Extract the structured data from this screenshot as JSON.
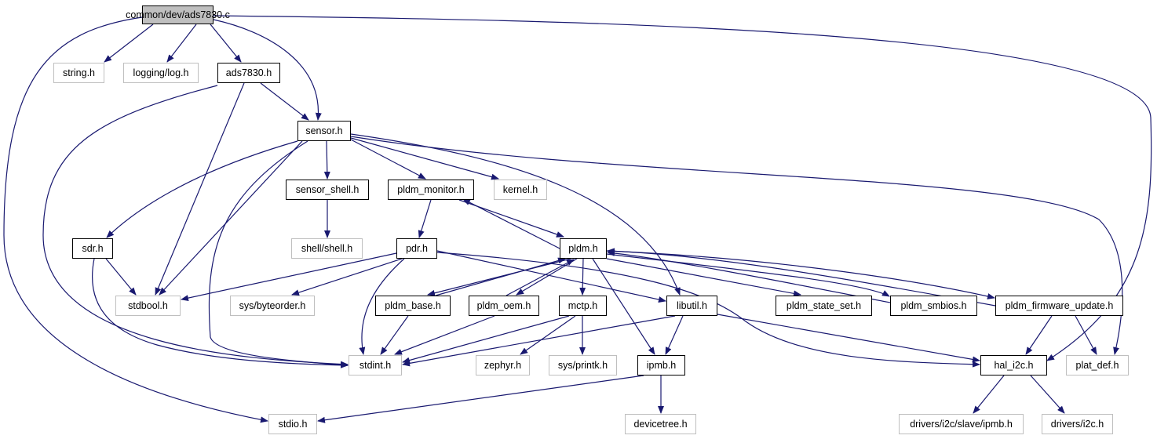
{
  "diagram": {
    "colors": {
      "edge": "#191970",
      "node_border": "#000000",
      "undocumented_border": "#bfbfbf",
      "current_fill": "#bfbfbf"
    },
    "nodes": [
      {
        "id": "ads7830_c",
        "label": "common/dev/ads7830.c",
        "kind": "current"
      },
      {
        "id": "string_h",
        "label": "string.h",
        "kind": "undocumented"
      },
      {
        "id": "logging_log_h",
        "label": "logging/log.h",
        "kind": "undocumented"
      },
      {
        "id": "ads7830_h",
        "label": "ads7830.h",
        "kind": "documented"
      },
      {
        "id": "sensor_h",
        "label": "sensor.h",
        "kind": "documented"
      },
      {
        "id": "sensor_shell_h",
        "label": "sensor_shell.h",
        "kind": "documented"
      },
      {
        "id": "pldm_monitor_h",
        "label": "pldm_monitor.h",
        "kind": "documented"
      },
      {
        "id": "kernel_h",
        "label": "kernel.h",
        "kind": "undocumented"
      },
      {
        "id": "sdr_h",
        "label": "sdr.h",
        "kind": "documented"
      },
      {
        "id": "shell_shell_h",
        "label": "shell/shell.h",
        "kind": "undocumented"
      },
      {
        "id": "pdr_h",
        "label": "pdr.h",
        "kind": "documented"
      },
      {
        "id": "pldm_h",
        "label": "pldm.h",
        "kind": "documented"
      },
      {
        "id": "stdbool_h",
        "label": "stdbool.h",
        "kind": "undocumented"
      },
      {
        "id": "sys_byteorder_h",
        "label": "sys/byteorder.h",
        "kind": "undocumented"
      },
      {
        "id": "pldm_base_h",
        "label": "pldm_base.h",
        "kind": "documented"
      },
      {
        "id": "pldm_oem_h",
        "label": "pldm_oem.h",
        "kind": "documented"
      },
      {
        "id": "mctp_h",
        "label": "mctp.h",
        "kind": "documented"
      },
      {
        "id": "libutil_h",
        "label": "libutil.h",
        "kind": "documented"
      },
      {
        "id": "pldm_state_set_h",
        "label": "pldm_state_set.h",
        "kind": "documented"
      },
      {
        "id": "pldm_smbios_h",
        "label": "pldm_smbios.h",
        "kind": "documented"
      },
      {
        "id": "pldm_firmware_update_h",
        "label": "pldm_firmware_update.h",
        "kind": "documented"
      },
      {
        "id": "stdint_h",
        "label": "stdint.h",
        "kind": "undocumented"
      },
      {
        "id": "zephyr_h",
        "label": "zephyr.h",
        "kind": "undocumented"
      },
      {
        "id": "sys_printk_h",
        "label": "sys/printk.h",
        "kind": "undocumented"
      },
      {
        "id": "ipmb_h",
        "label": "ipmb.h",
        "kind": "documented"
      },
      {
        "id": "hal_i2c_h",
        "label": "hal_i2c.h",
        "kind": "documented"
      },
      {
        "id": "plat_def_h",
        "label": "plat_def.h",
        "kind": "undocumented"
      },
      {
        "id": "stdio_h",
        "label": "stdio.h",
        "kind": "undocumented"
      },
      {
        "id": "devicetree_h",
        "label": "devicetree.h",
        "kind": "undocumented"
      },
      {
        "id": "drivers_i2c_slave_ipmb_h",
        "label": "drivers/i2c/slave/ipmb.h",
        "kind": "undocumented"
      },
      {
        "id": "drivers_i2c_h",
        "label": "drivers/i2c.h",
        "kind": "undocumented"
      }
    ],
    "edges": [
      [
        "ads7830_c",
        "string_h"
      ],
      [
        "ads7830_c",
        "logging_log_h"
      ],
      [
        "ads7830_c",
        "ads7830_h"
      ],
      [
        "ads7830_c",
        "sensor_h"
      ],
      [
        "ads7830_c",
        "stdio_h"
      ],
      [
        "ads7830_c",
        "hal_i2c_h"
      ],
      [
        "ads7830_h",
        "sensor_h"
      ],
      [
        "ads7830_h",
        "stdbool_h"
      ],
      [
        "ads7830_h",
        "stdint_h"
      ],
      [
        "sensor_h",
        "sdr_h"
      ],
      [
        "sensor_h",
        "stdbool_h"
      ],
      [
        "sensor_h",
        "stdint_h"
      ],
      [
        "sensor_h",
        "sensor_shell_h"
      ],
      [
        "sensor_h",
        "pldm_monitor_h"
      ],
      [
        "sensor_h",
        "kernel_h"
      ],
      [
        "sensor_h",
        "libutil_h"
      ],
      [
        "sensor_h",
        "plat_def_h"
      ],
      [
        "sensor_shell_h",
        "shell_shell_h"
      ],
      [
        "pldm_monitor_h",
        "pdr_h"
      ],
      [
        "pldm_monitor_h",
        "pldm_h"
      ],
      [
        "sdr_h",
        "stdbool_h"
      ],
      [
        "sdr_h",
        "stdint_h"
      ],
      [
        "pdr_h",
        "stdbool_h"
      ],
      [
        "pdr_h",
        "sys_byteorder_h"
      ],
      [
        "pdr_h",
        "stdint_h"
      ],
      [
        "pdr_h",
        "libutil_h"
      ],
      [
        "pdr_h",
        "hal_i2c_h"
      ],
      [
        "pldm_h",
        "pldm_monitor_h"
      ],
      [
        "pldm_h",
        "pldm_base_h"
      ],
      [
        "pldm_h",
        "pldm_oem_h"
      ],
      [
        "pldm_h",
        "mctp_h"
      ],
      [
        "pldm_h",
        "ipmb_h"
      ],
      [
        "pldm_h",
        "pldm_state_set_h"
      ],
      [
        "pldm_h",
        "pldm_smbios_h"
      ],
      [
        "pldm_h",
        "pldm_firmware_update_h"
      ],
      [
        "pldm_base_h",
        "pldm_h"
      ],
      [
        "pldm_base_h",
        "stdint_h"
      ],
      [
        "pldm_oem_h",
        "pldm_h"
      ],
      [
        "pldm_oem_h",
        "stdint_h"
      ],
      [
        "pldm_smbios_h",
        "pldm_h"
      ],
      [
        "pldm_firmware_update_h",
        "pldm_h"
      ],
      [
        "mctp_h",
        "stdint_h"
      ],
      [
        "mctp_h",
        "zephyr_h"
      ],
      [
        "mctp_h",
        "sys_printk_h"
      ],
      [
        "libutil_h",
        "stdint_h"
      ],
      [
        "libutil_h",
        "ipmb_h"
      ],
      [
        "libutil_h",
        "hal_i2c_h"
      ],
      [
        "pldm_firmware_update_h",
        "hal_i2c_h"
      ],
      [
        "pldm_firmware_update_h",
        "plat_def_h"
      ],
      [
        "ipmb_h",
        "stdio_h"
      ],
      [
        "ipmb_h",
        "devicetree_h"
      ],
      [
        "hal_i2c_h",
        "drivers_i2c_slave_ipmb_h"
      ],
      [
        "hal_i2c_h",
        "drivers_i2c_h"
      ]
    ]
  }
}
